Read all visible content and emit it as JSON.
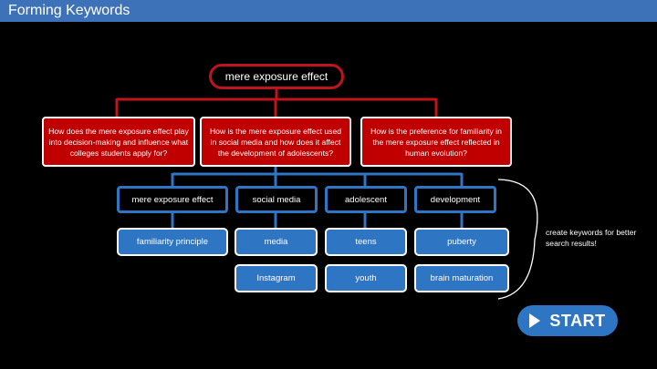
{
  "header": {
    "title": "Forming Keywords"
  },
  "topic": "mere exposure effect",
  "questions": [
    "How does the mere exposure effect play into decision-making and influence what colleges students apply for?",
    "How is the mere exposure effect used in social media and how does it affect the development of adolescents?",
    "How is the preference for familiarity in the mere exposure effect reflected in human evolution?"
  ],
  "keywords": [
    "mere exposure effect",
    "social media",
    "adolescent",
    "development"
  ],
  "related": {
    "row1": [
      "familiarity principle",
      "media",
      "teens",
      "puberty"
    ],
    "row2": [
      "Instagram",
      "youth",
      "brain maturation"
    ]
  },
  "note": "create keywords for better search results!",
  "start_button": {
    "label": "START",
    "icon": "play-icon"
  },
  "colors": {
    "header": "#3d72b8",
    "question": "#c00000",
    "keyword": "#2e75c4"
  }
}
